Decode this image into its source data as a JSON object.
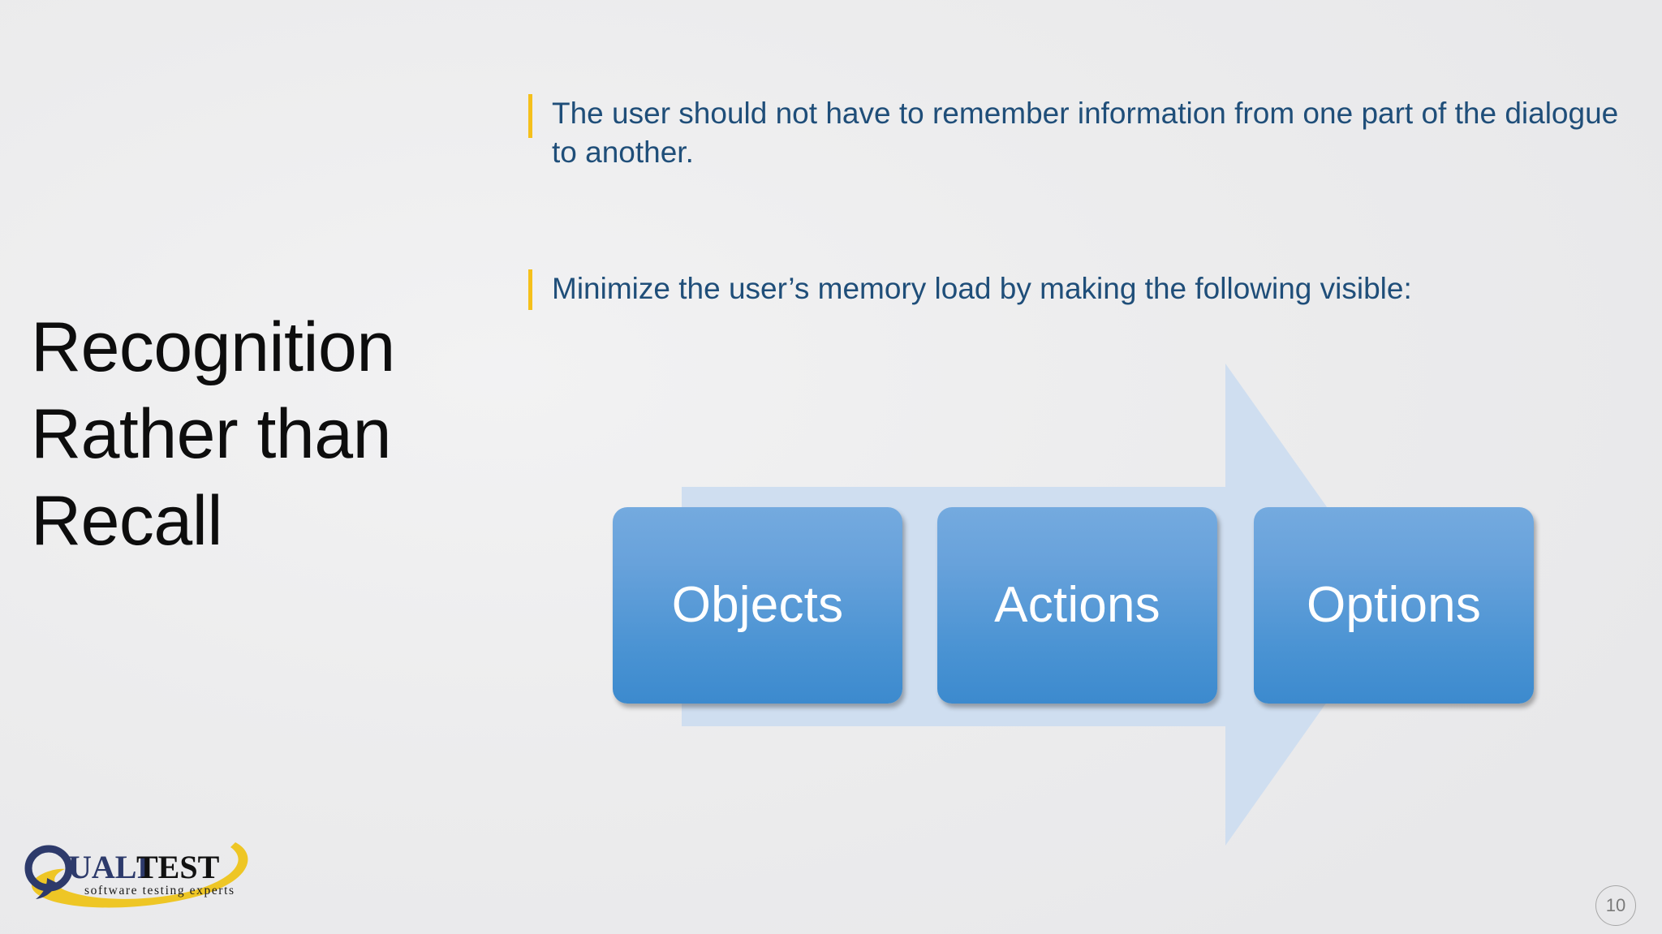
{
  "slide": {
    "background_color": "#eeeeef",
    "title": {
      "lines": [
        "Recognition",
        "Rather than",
        "Recall"
      ],
      "color": "#0d0d0d"
    },
    "bullets": [
      {
        "marker_color": "#f5c01b",
        "text": "The user should not have to remember information from one part of the dialogue to another."
      },
      {
        "marker_color": "#f5c01b",
        "text": "Minimize the user’s memory load by making the following visible:"
      }
    ],
    "diagram": {
      "arrow_color": "#cfdef0",
      "box_color": "#529ad6",
      "box_text_color": "#ffffff",
      "steps": [
        {
          "label": "Objects"
        },
        {
          "label": "Actions"
        },
        {
          "label": "Options"
        }
      ]
    },
    "logo": {
      "part1": "QUALI",
      "part2": "TEST",
      "tagline": "software testing experts",
      "part1_color": "#2d3a6b",
      "part2_color": "#111111",
      "swoosh_color": "#eec41a"
    },
    "page_number": "10"
  }
}
